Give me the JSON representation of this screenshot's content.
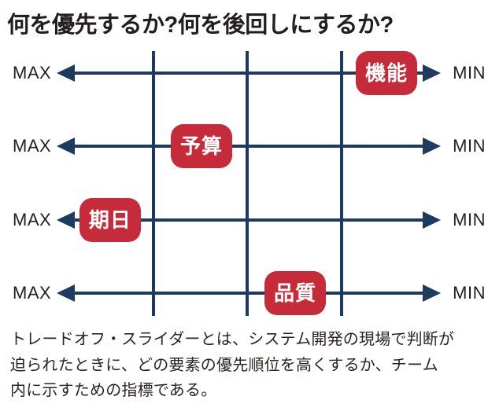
{
  "title": "何を優先するか?何を後回しにするか?",
  "colors": {
    "line_navy": "#1c3b5f",
    "badge_red": "#c62b3a",
    "title_black": "#221d1e",
    "label_black": "#231f20"
  },
  "sliders": {
    "left_label": "MAX",
    "right_label": "MIN",
    "rows": [
      {
        "label": "機能",
        "position_pct": 85.9
      },
      {
        "label": "予算",
        "position_pct": 37.7
      },
      {
        "label": "期日",
        "position_pct": 13.9
      },
      {
        "label": "品質",
        "position_pct": 62.1
      }
    ]
  },
  "caption": {
    "lines": [
      "トレードオフ・スライダーとは、システム開発の現場で判断が",
      "迫られたときに、どの要素の優先順位を高くするか、チーム",
      "内に示すための指標である。"
    ]
  }
}
